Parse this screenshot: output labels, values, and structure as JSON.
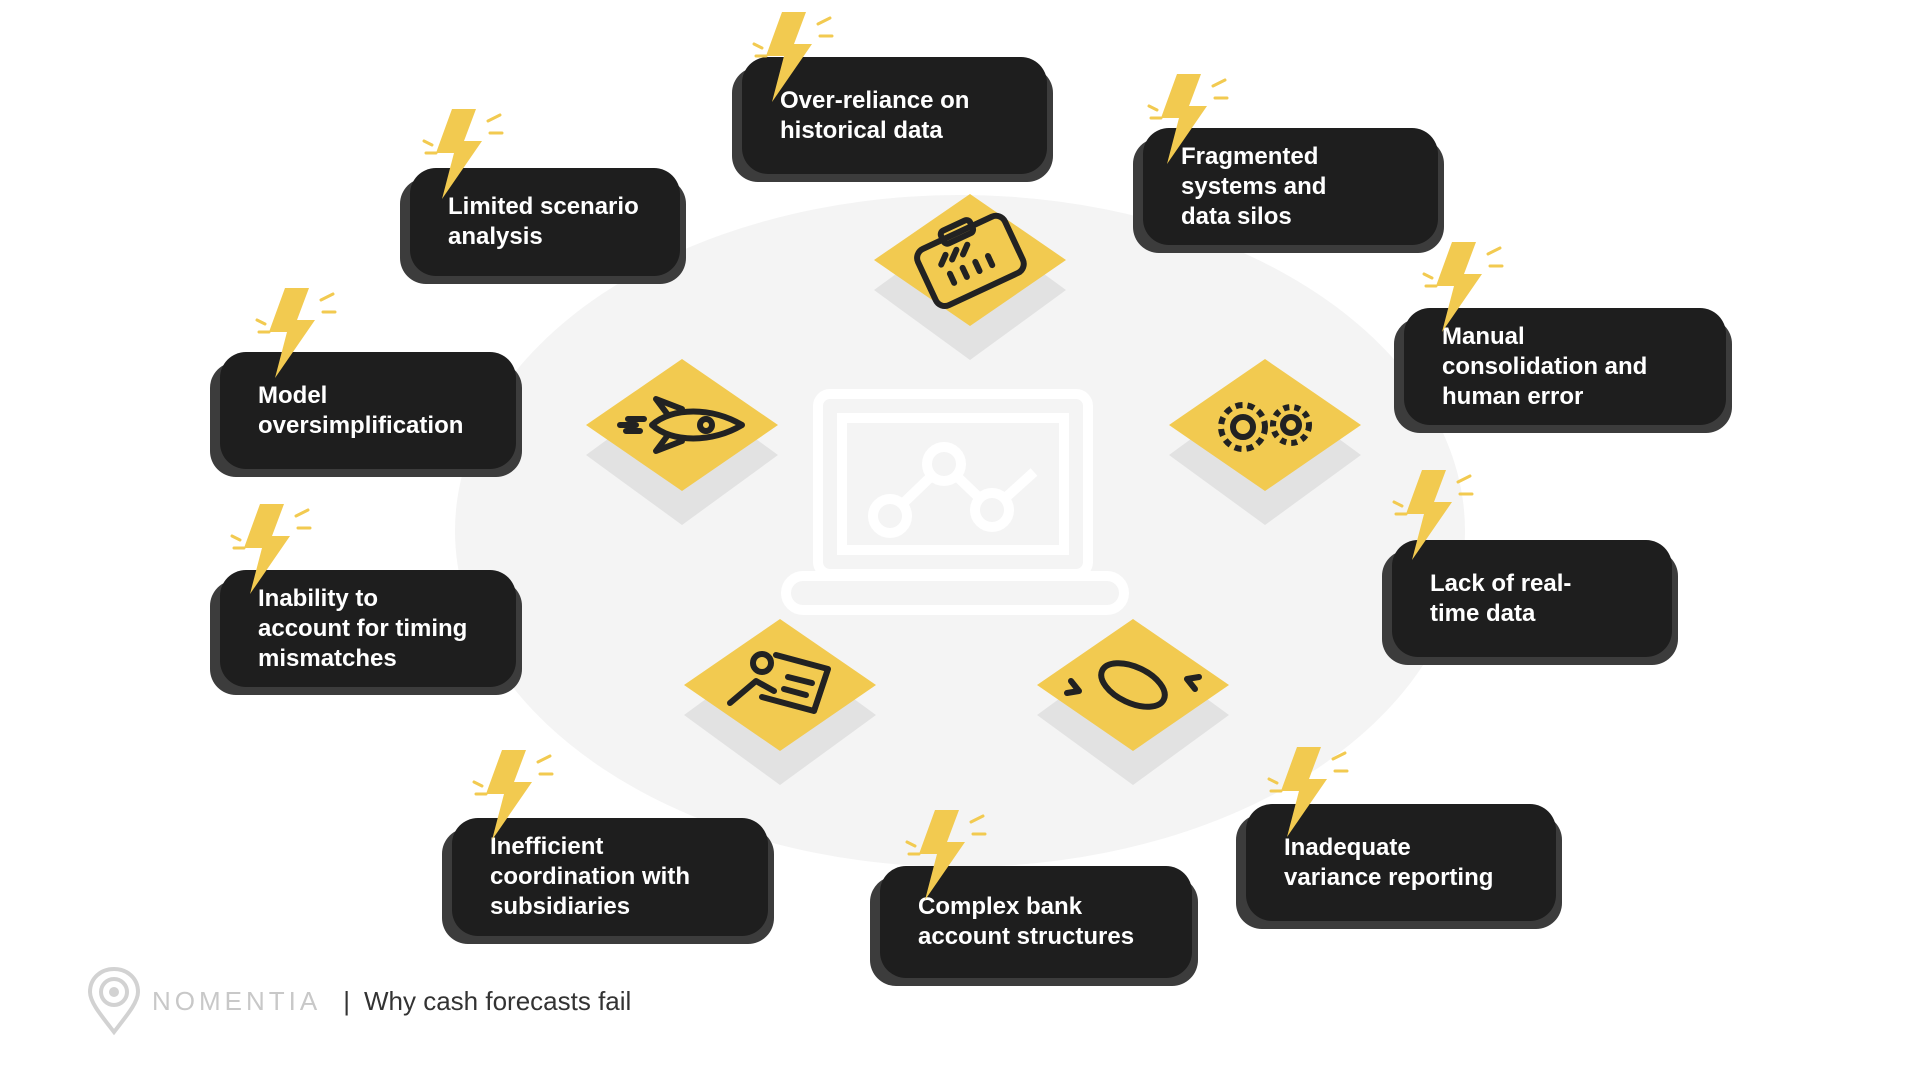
{
  "diagram": {
    "center_icon": "laptop-chart-icon",
    "accent_color": "#f2ca50",
    "card_color": "#1e1e1e",
    "reasons": [
      {
        "id": "historical-data",
        "label": "Over-reliance on\nhistorical data"
      },
      {
        "id": "data-silos",
        "label": "Fragmented\nsystems and\ndata silos"
      },
      {
        "id": "manual-consolidation",
        "label": "Manual\nconsolidation and\nhuman error"
      },
      {
        "id": "real-time-data",
        "label": "Lack of real-\ntime data"
      },
      {
        "id": "variance-reporting",
        "label": "Inadequate\nvariance reporting"
      },
      {
        "id": "bank-structures",
        "label": "Complex bank\naccount structures"
      },
      {
        "id": "subsidiaries",
        "label": "Inefficient\ncoordination with\nsubsidiaries"
      },
      {
        "id": "timing-mismatches",
        "label": "Inability to\naccount for timing\nmismatches"
      },
      {
        "id": "oversimplification",
        "label": "Model\noversimplification"
      },
      {
        "id": "scenario-analysis",
        "label": "Limited scenario\nanalysis"
      }
    ],
    "tile_icons": [
      "clipboard-icon",
      "gears-icon",
      "coin-flip-icon",
      "presentation-icon",
      "rocket-icon"
    ]
  },
  "footer": {
    "brand": "NOMENTIA",
    "separator": "|",
    "caption": "Why cash forecasts fail",
    "logo_icon": "location-pin-logo-icon"
  }
}
